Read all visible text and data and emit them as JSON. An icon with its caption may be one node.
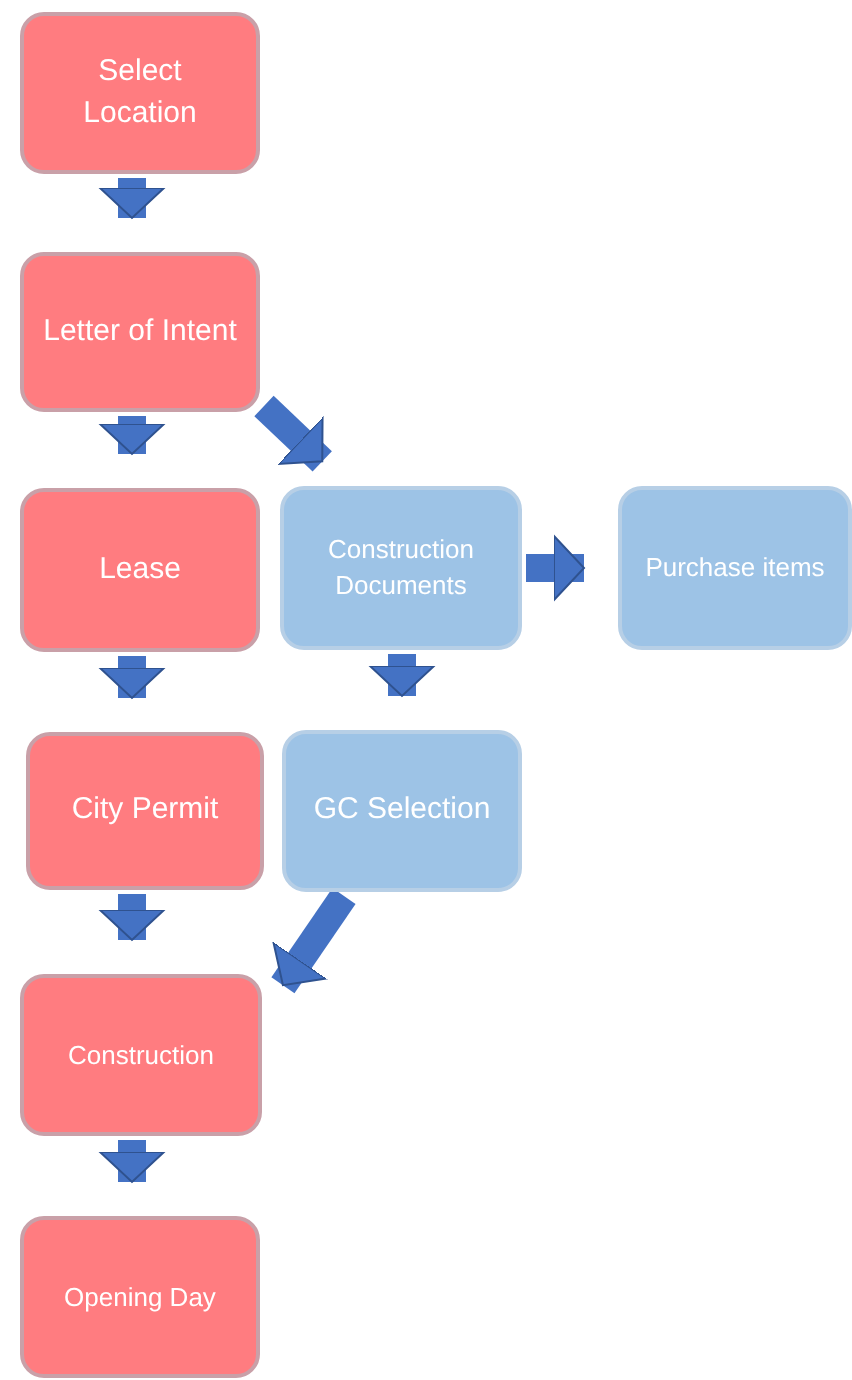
{
  "diagram": {
    "nodes": [
      {
        "text": [
          "Select Location"
        ]
      },
      {
        "text": [
          "Letter of Intent"
        ]
      },
      {
        "text": [
          "Lease"
        ]
      },
      {
        "text": [
          "Construction Documents"
        ]
      },
      {
        "text": [
          "Purchase items"
        ]
      },
      {
        "text": [
          "City Permit"
        ]
      },
      {
        "text": [
          "GC Selection"
        ]
      },
      {
        "text": [
          "Construction"
        ]
      },
      {
        "text": [
          "Opening Day"
        ]
      }
    ],
    "edges": [
      {
        "from": 0,
        "to": 1,
        "arrow": "to"
      },
      {
        "from": 1,
        "to": 2,
        "arrow": "to"
      },
      {
        "from": 1,
        "to": 3,
        "arrow": "to"
      },
      {
        "from": 3,
        "to": 4,
        "arrow": "to"
      },
      {
        "from": 2,
        "to": 5,
        "arrow": "to"
      },
      {
        "from": 3,
        "to": 6,
        "arrow": "to"
      },
      {
        "from": 5,
        "to": 7,
        "arrow": "to"
      },
      {
        "from": 6,
        "to": 7,
        "arrow": "to"
      },
      {
        "from": 7,
        "to": 8,
        "arrow": "to"
      }
    ]
  }
}
